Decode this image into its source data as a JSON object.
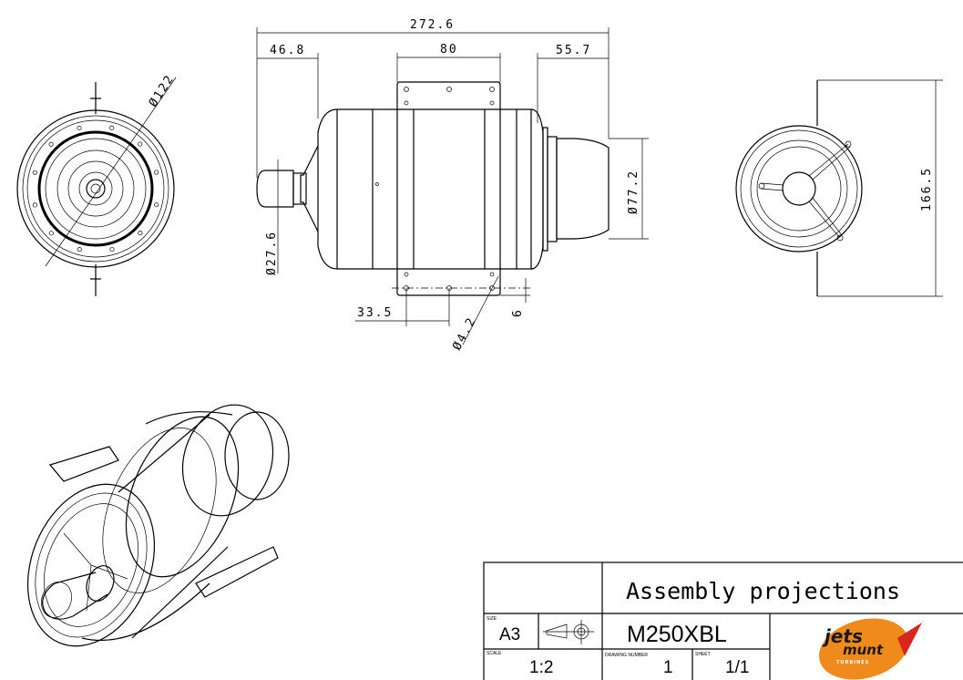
{
  "dimensions": {
    "overall_length": "272.6",
    "inlet_length": "46.8",
    "mount_width": "80",
    "nozzle_length": "55.7",
    "nozzle_diameter": "Ø77.2",
    "starter_diameter": "Ø27.6",
    "hole_spacing": "33.5",
    "hole_diameter": "Ø4.2",
    "hole_offset": "6",
    "front_diameter": "Ø122",
    "height": "166.5"
  },
  "title_block": {
    "title": "Assembly projections",
    "size_label": "SIZE",
    "size": "A3",
    "part_number": "M250XBL",
    "scale_label": "SCALE",
    "scale": "1:2",
    "drawing_number_label": "DRAWING NUMBER",
    "drawing_number": "1",
    "sheet_label": "SHEET",
    "sheet": "1/1",
    "logo_text": "jetsmunt TURBINES",
    "colors": {
      "logo_orange": "#f08a1c",
      "logo_red": "#d7261e"
    }
  }
}
